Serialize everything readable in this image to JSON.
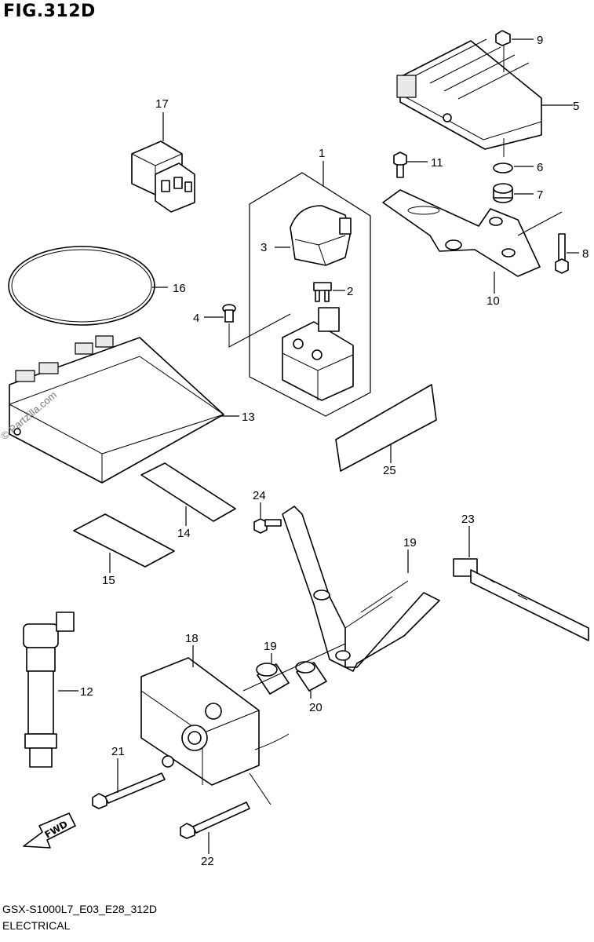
{
  "figure": {
    "title": "FIG.312D",
    "code": "GSX-S1000L7_E03_E28_312D",
    "caption": "ELECTRICAL",
    "watermark": "© Partzilla.com",
    "direction_marker": "FWD"
  },
  "callouts": [
    {
      "id": "1",
      "label": "1"
    },
    {
      "id": "2",
      "label": "2"
    },
    {
      "id": "3",
      "label": "3"
    },
    {
      "id": "4",
      "label": "4"
    },
    {
      "id": "5",
      "label": "5"
    },
    {
      "id": "6",
      "label": "6"
    },
    {
      "id": "7",
      "label": "7"
    },
    {
      "id": "8",
      "label": "8"
    },
    {
      "id": "9",
      "label": "9"
    },
    {
      "id": "10",
      "label": "10"
    },
    {
      "id": "11",
      "label": "11"
    },
    {
      "id": "12",
      "label": "12"
    },
    {
      "id": "13",
      "label": "13"
    },
    {
      "id": "14",
      "label": "14"
    },
    {
      "id": "15",
      "label": "15"
    },
    {
      "id": "16",
      "label": "16"
    },
    {
      "id": "17",
      "label": "17"
    },
    {
      "id": "18",
      "label": "18"
    },
    {
      "id": "19a",
      "label": "19"
    },
    {
      "id": "19b",
      "label": "19"
    },
    {
      "id": "20",
      "label": "20"
    },
    {
      "id": "21",
      "label": "21"
    },
    {
      "id": "22",
      "label": "22"
    },
    {
      "id": "23",
      "label": "23"
    },
    {
      "id": "24",
      "label": "24"
    },
    {
      "id": "25",
      "label": "25"
    }
  ]
}
